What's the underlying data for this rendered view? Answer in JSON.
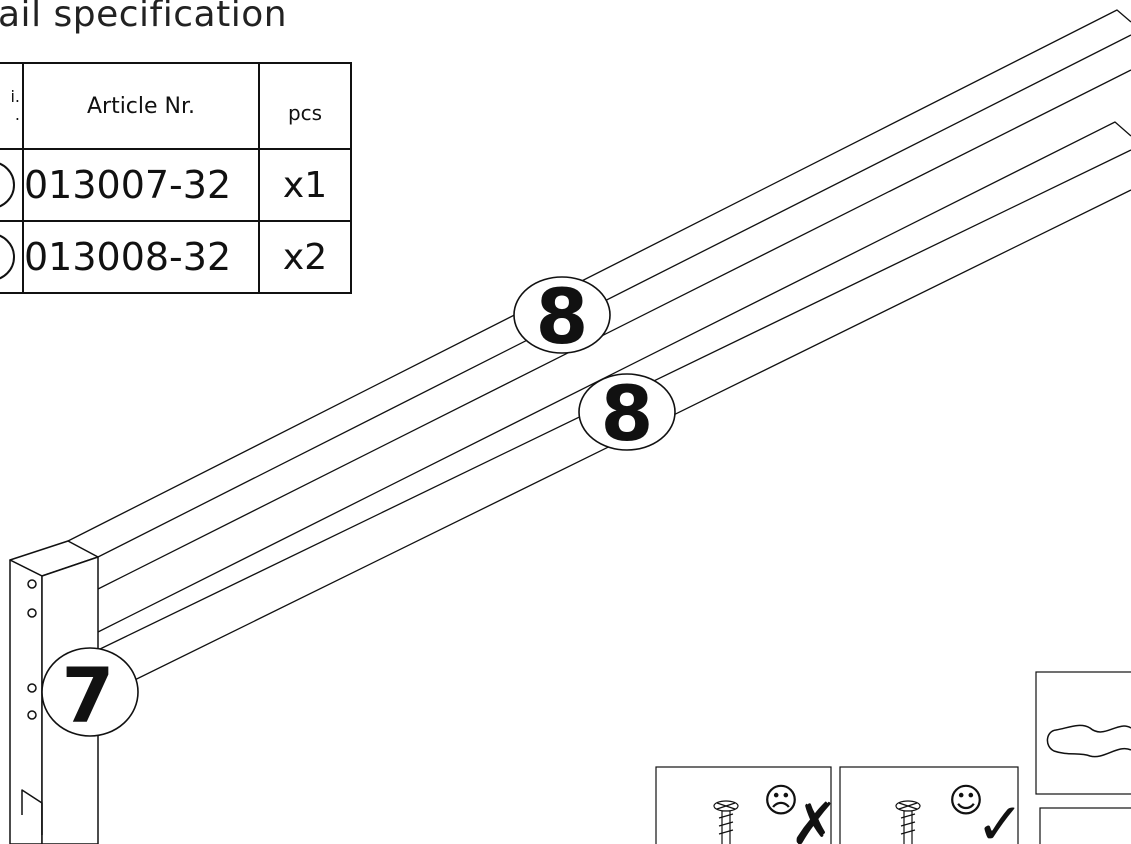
{
  "title": "ail specification",
  "table": {
    "headers": {
      "position": "i.\n.",
      "article": "Article Nr.",
      "pcs": "pcs"
    },
    "rows": [
      {
        "article": "013007-32",
        "pcs": "x1"
      },
      {
        "article": "013008-32",
        "pcs": "x2"
      }
    ]
  },
  "callouts": {
    "rail_upper": "8",
    "rail_lower": "8",
    "post": "7"
  },
  "hints": {
    "wrong_face": "☹",
    "wrong_mark": "✗",
    "right_face": "☺",
    "right_mark": "✓"
  },
  "colors": {
    "line": "#111111",
    "background": "#ffffff"
  }
}
